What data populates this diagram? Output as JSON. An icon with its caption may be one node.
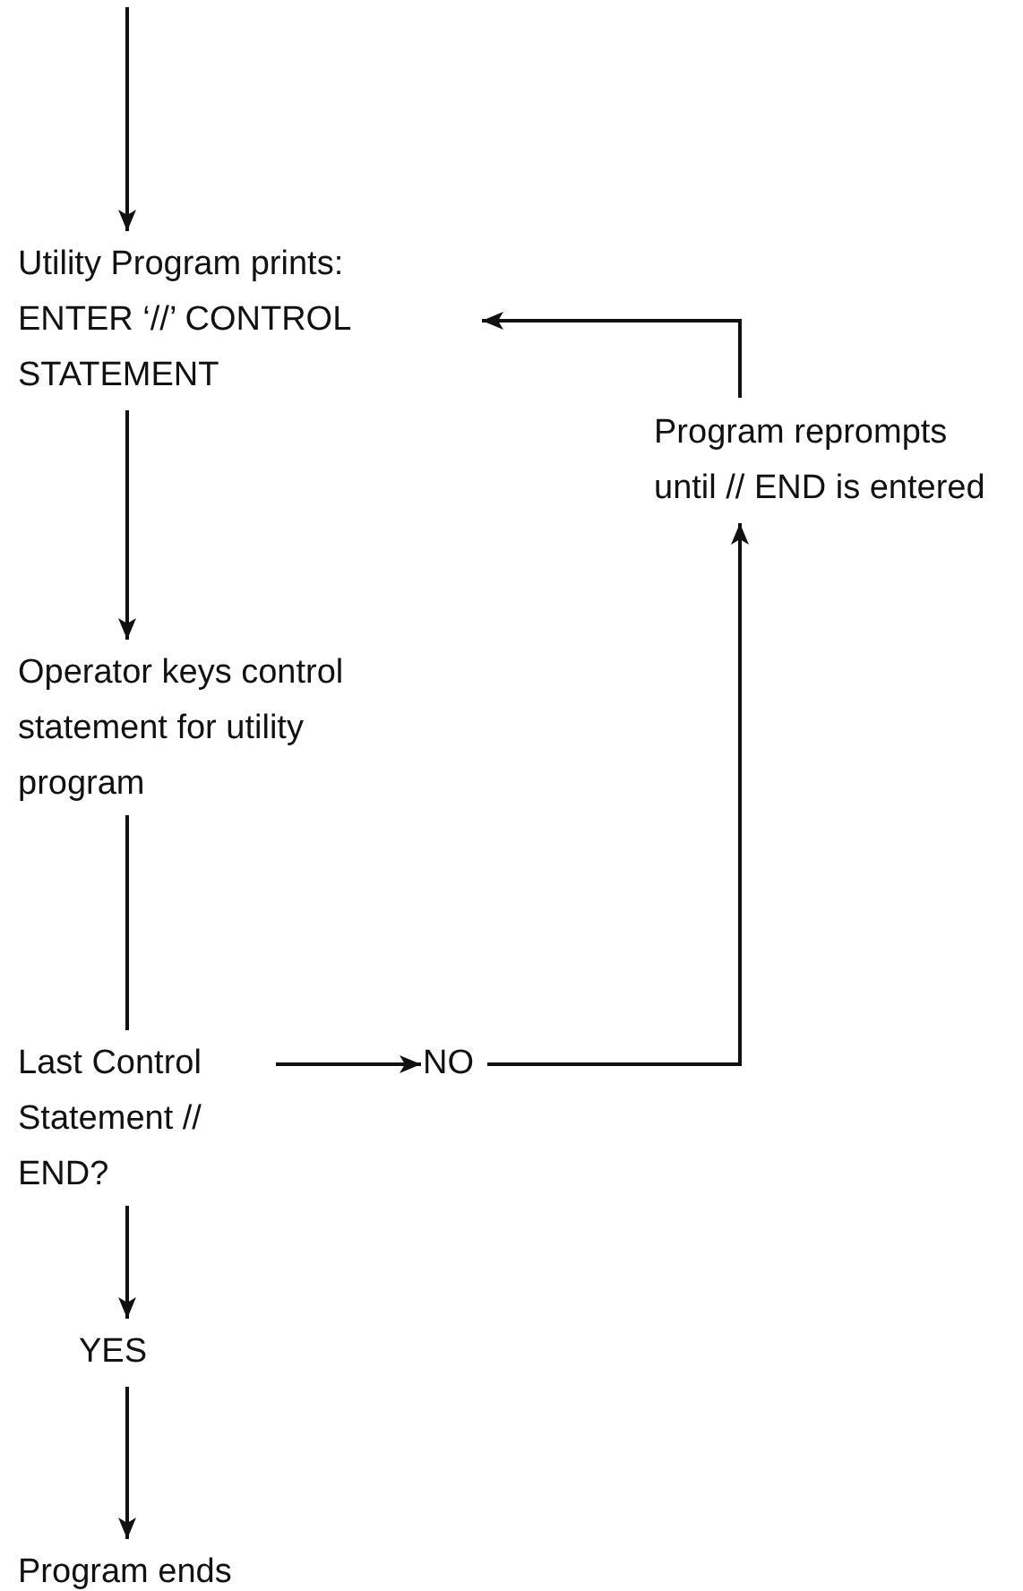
{
  "diagram": {
    "nodes": [
      {
        "text": [
          "Utility Program prints: ENTER ‘//’ CONTROL STATEMENT"
        ]
      },
      {
        "text": [
          "Operator keys control statement for utility program"
        ]
      },
      {
        "text": [
          "Last Control Statement // END?"
        ]
      },
      {
        "text": [
          "NO"
        ]
      },
      {
        "text": [
          "Program reprompts until // END is entered"
        ]
      },
      {
        "text": [
          "YES"
        ]
      },
      {
        "text": [
          "Program ends"
        ]
      }
    ],
    "edges": [
      {
        "from": null,
        "to": 0,
        "arrow": "to"
      },
      {
        "from": 0,
        "to": 1,
        "arrow": "to"
      },
      {
        "from": 1,
        "to": 2,
        "arrow": "none"
      },
      {
        "from": 2,
        "to": 3,
        "arrow": "to"
      },
      {
        "from": 3,
        "to": 4,
        "arrow": "to"
      },
      {
        "from": 4,
        "to": 0,
        "arrow": "to"
      },
      {
        "from": 2,
        "to": 5,
        "arrow": "to"
      },
      {
        "from": 5,
        "to": 6,
        "arrow": "to"
      }
    ]
  }
}
